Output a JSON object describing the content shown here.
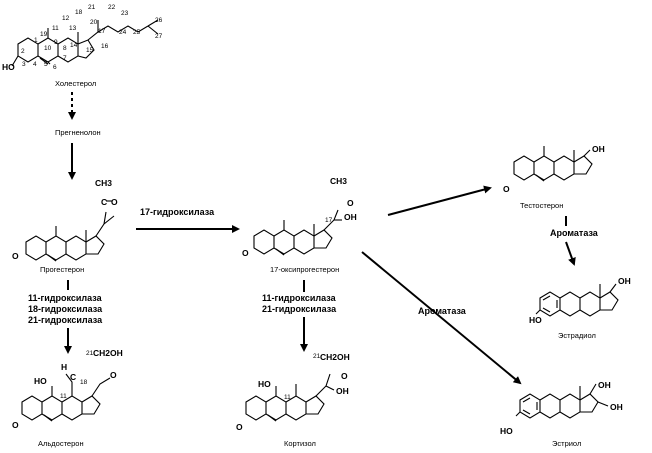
{
  "compounds": {
    "cholesterol": "Холестерол",
    "pregnenolone": "Прегненолон",
    "progesterone": "Прогестерон",
    "oh_progesterone": "17-оксипрогестерон",
    "testosterone": "Тестостерон",
    "estradiol": "Эстрадиол",
    "aldosterone": "Альдостерон",
    "cortisol": "Кортизол",
    "estriol": "Эстриол"
  },
  "enzymes": {
    "hydroxylase17": "17-гидроксилаза",
    "left_block": [
      "11-гидроксилаза",
      "18-гидроксилаза",
      "21-гидроксилаза"
    ],
    "mid_block": [
      "11-гидроксилаза",
      "21-гидроксилаза"
    ],
    "aromatase_right": "Ароматаза",
    "aromatase_diag": "Ароматаза"
  },
  "atoms": {
    "oh": "OH",
    "ho": "HO",
    "o": "O",
    "h": "H",
    "c": "C",
    "ch3": "CH3",
    "ch2oh": "CH2OH"
  },
  "carbon_numbers": [
    "1",
    "2",
    "3",
    "4",
    "5",
    "6",
    "7",
    "8",
    "9",
    "10",
    "11",
    "12",
    "13",
    "14",
    "15",
    "16",
    "17",
    "18",
    "19",
    "20",
    "21",
    "22",
    "23",
    "24",
    "25",
    "26",
    "27"
  ]
}
